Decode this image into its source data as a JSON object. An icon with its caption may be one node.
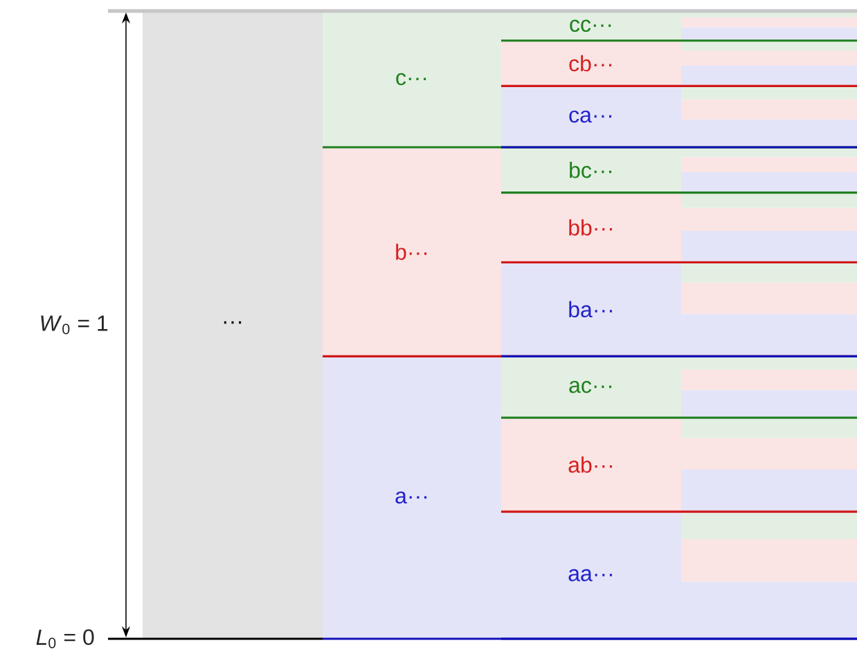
{
  "diagram": {
    "nodes": [
      {
        "text": [
          "···"
        ]
      },
      {
        "text": [
          "c···"
        ]
      },
      {
        "text": [
          "b···"
        ]
      },
      {
        "text": [
          "a···"
        ]
      },
      {
        "text": [
          "cc···"
        ]
      },
      {
        "text": [
          "cb···"
        ]
      },
      {
        "text": [
          "ca···"
        ]
      },
      {
        "text": [
          "bc···"
        ]
      },
      {
        "text": [
          "bb···"
        ]
      },
      {
        "text": [
          "ba···"
        ]
      },
      {
        "text": [
          "ac···"
        ]
      },
      {
        "text": [
          "ab···"
        ]
      },
      {
        "text": [
          "aa···"
        ]
      }
    ],
    "labels": [
      "*W*$_{0}$ = 1",
      "*L*$_{0}$ = 0"
    ]
  }
}
